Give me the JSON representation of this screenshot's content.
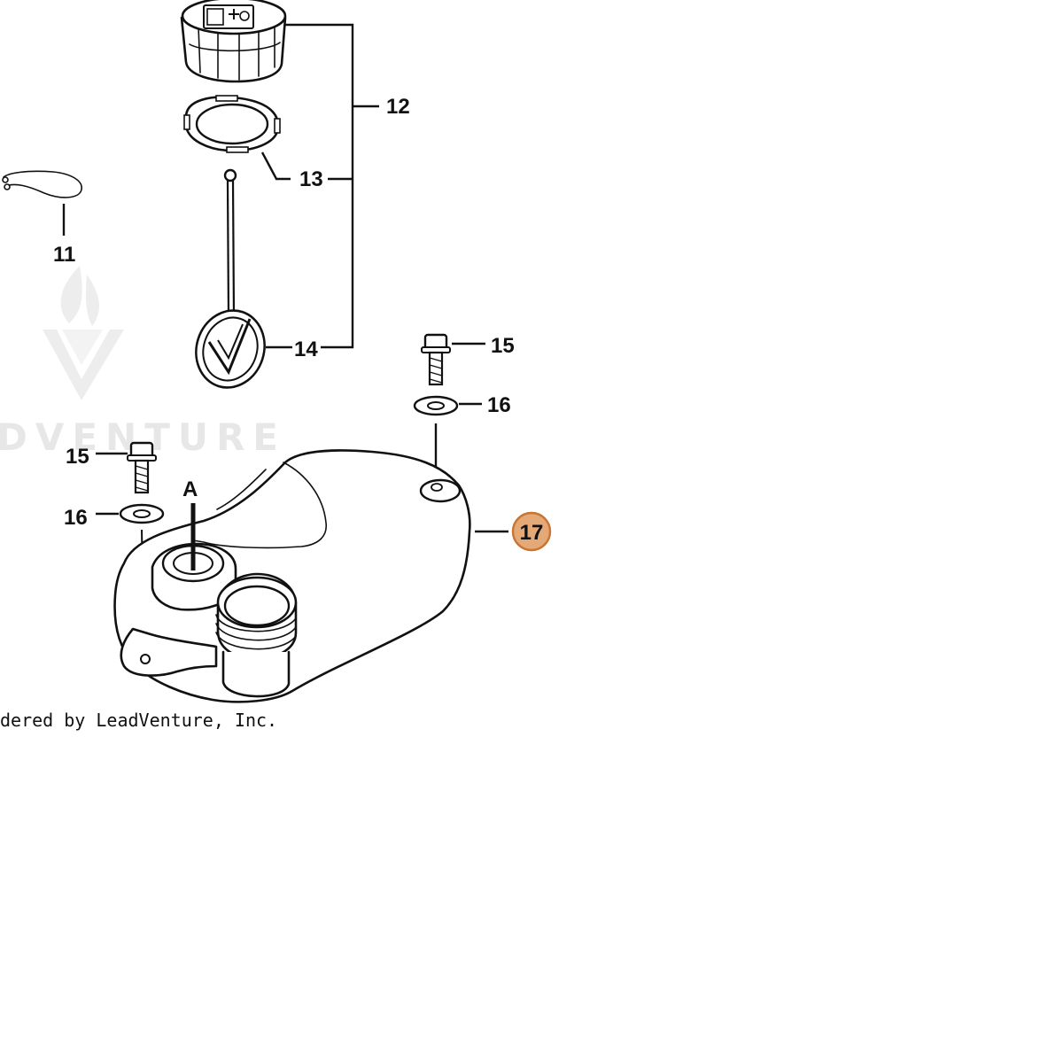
{
  "callouts": {
    "c11": "11",
    "c12": "12",
    "c13": "13",
    "c14": "14",
    "c15a": "15",
    "c16a": "16",
    "c15b": "15",
    "c16b": "16",
    "c17": "17"
  },
  "section_marker": "A",
  "watermark": {
    "text": "DVENTURE"
  },
  "footer_text": "dered by LeadVenture, Inc.",
  "colors": {
    "highlight_fill": "#e5a877",
    "highlight_stroke": "#c87533",
    "line": "#111111",
    "watermark": "#e7e7e7"
  }
}
